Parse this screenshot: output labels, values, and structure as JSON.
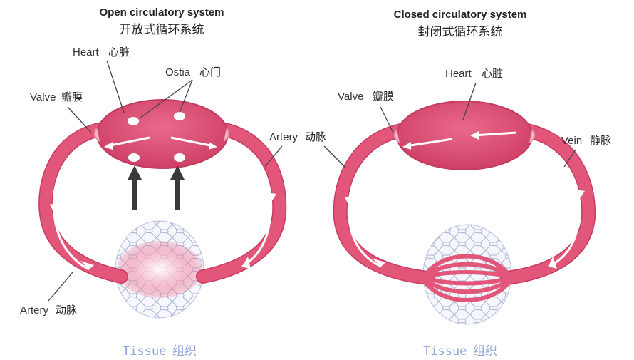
{
  "open_system": {
    "title_en": "Open circulatory system",
    "title_zh": "开放式循环系统",
    "heart": {
      "en": "Heart",
      "zh": "心脏"
    },
    "ostia": {
      "en": "Ostia",
      "zh": "心门"
    },
    "valve": {
      "en": "Valve",
      "zh": "瓣膜"
    },
    "artery_right": {
      "en": "Artery",
      "zh": "动脉"
    },
    "artery_bottom": {
      "en": "Artery",
      "zh": "动脉"
    },
    "tissue": {
      "en": "Tissue",
      "zh": "组织"
    }
  },
  "closed_system": {
    "title_en": "Closed circulatory system",
    "title_zh": "封闭式循环系统",
    "heart": {
      "en": "Heart",
      "zh": "心脏"
    },
    "valve": {
      "en": "Valve",
      "zh": "瓣膜"
    },
    "vein": {
      "en": "Vein",
      "zh": "静脉"
    },
    "tissue": {
      "en": "Tissue",
      "zh": "组织"
    }
  },
  "colors": {
    "vessel": "#e2567a",
    "heart": "#d94f72",
    "tissue_label": "#8fa4d8",
    "arrow": "#3a3a3a"
  }
}
